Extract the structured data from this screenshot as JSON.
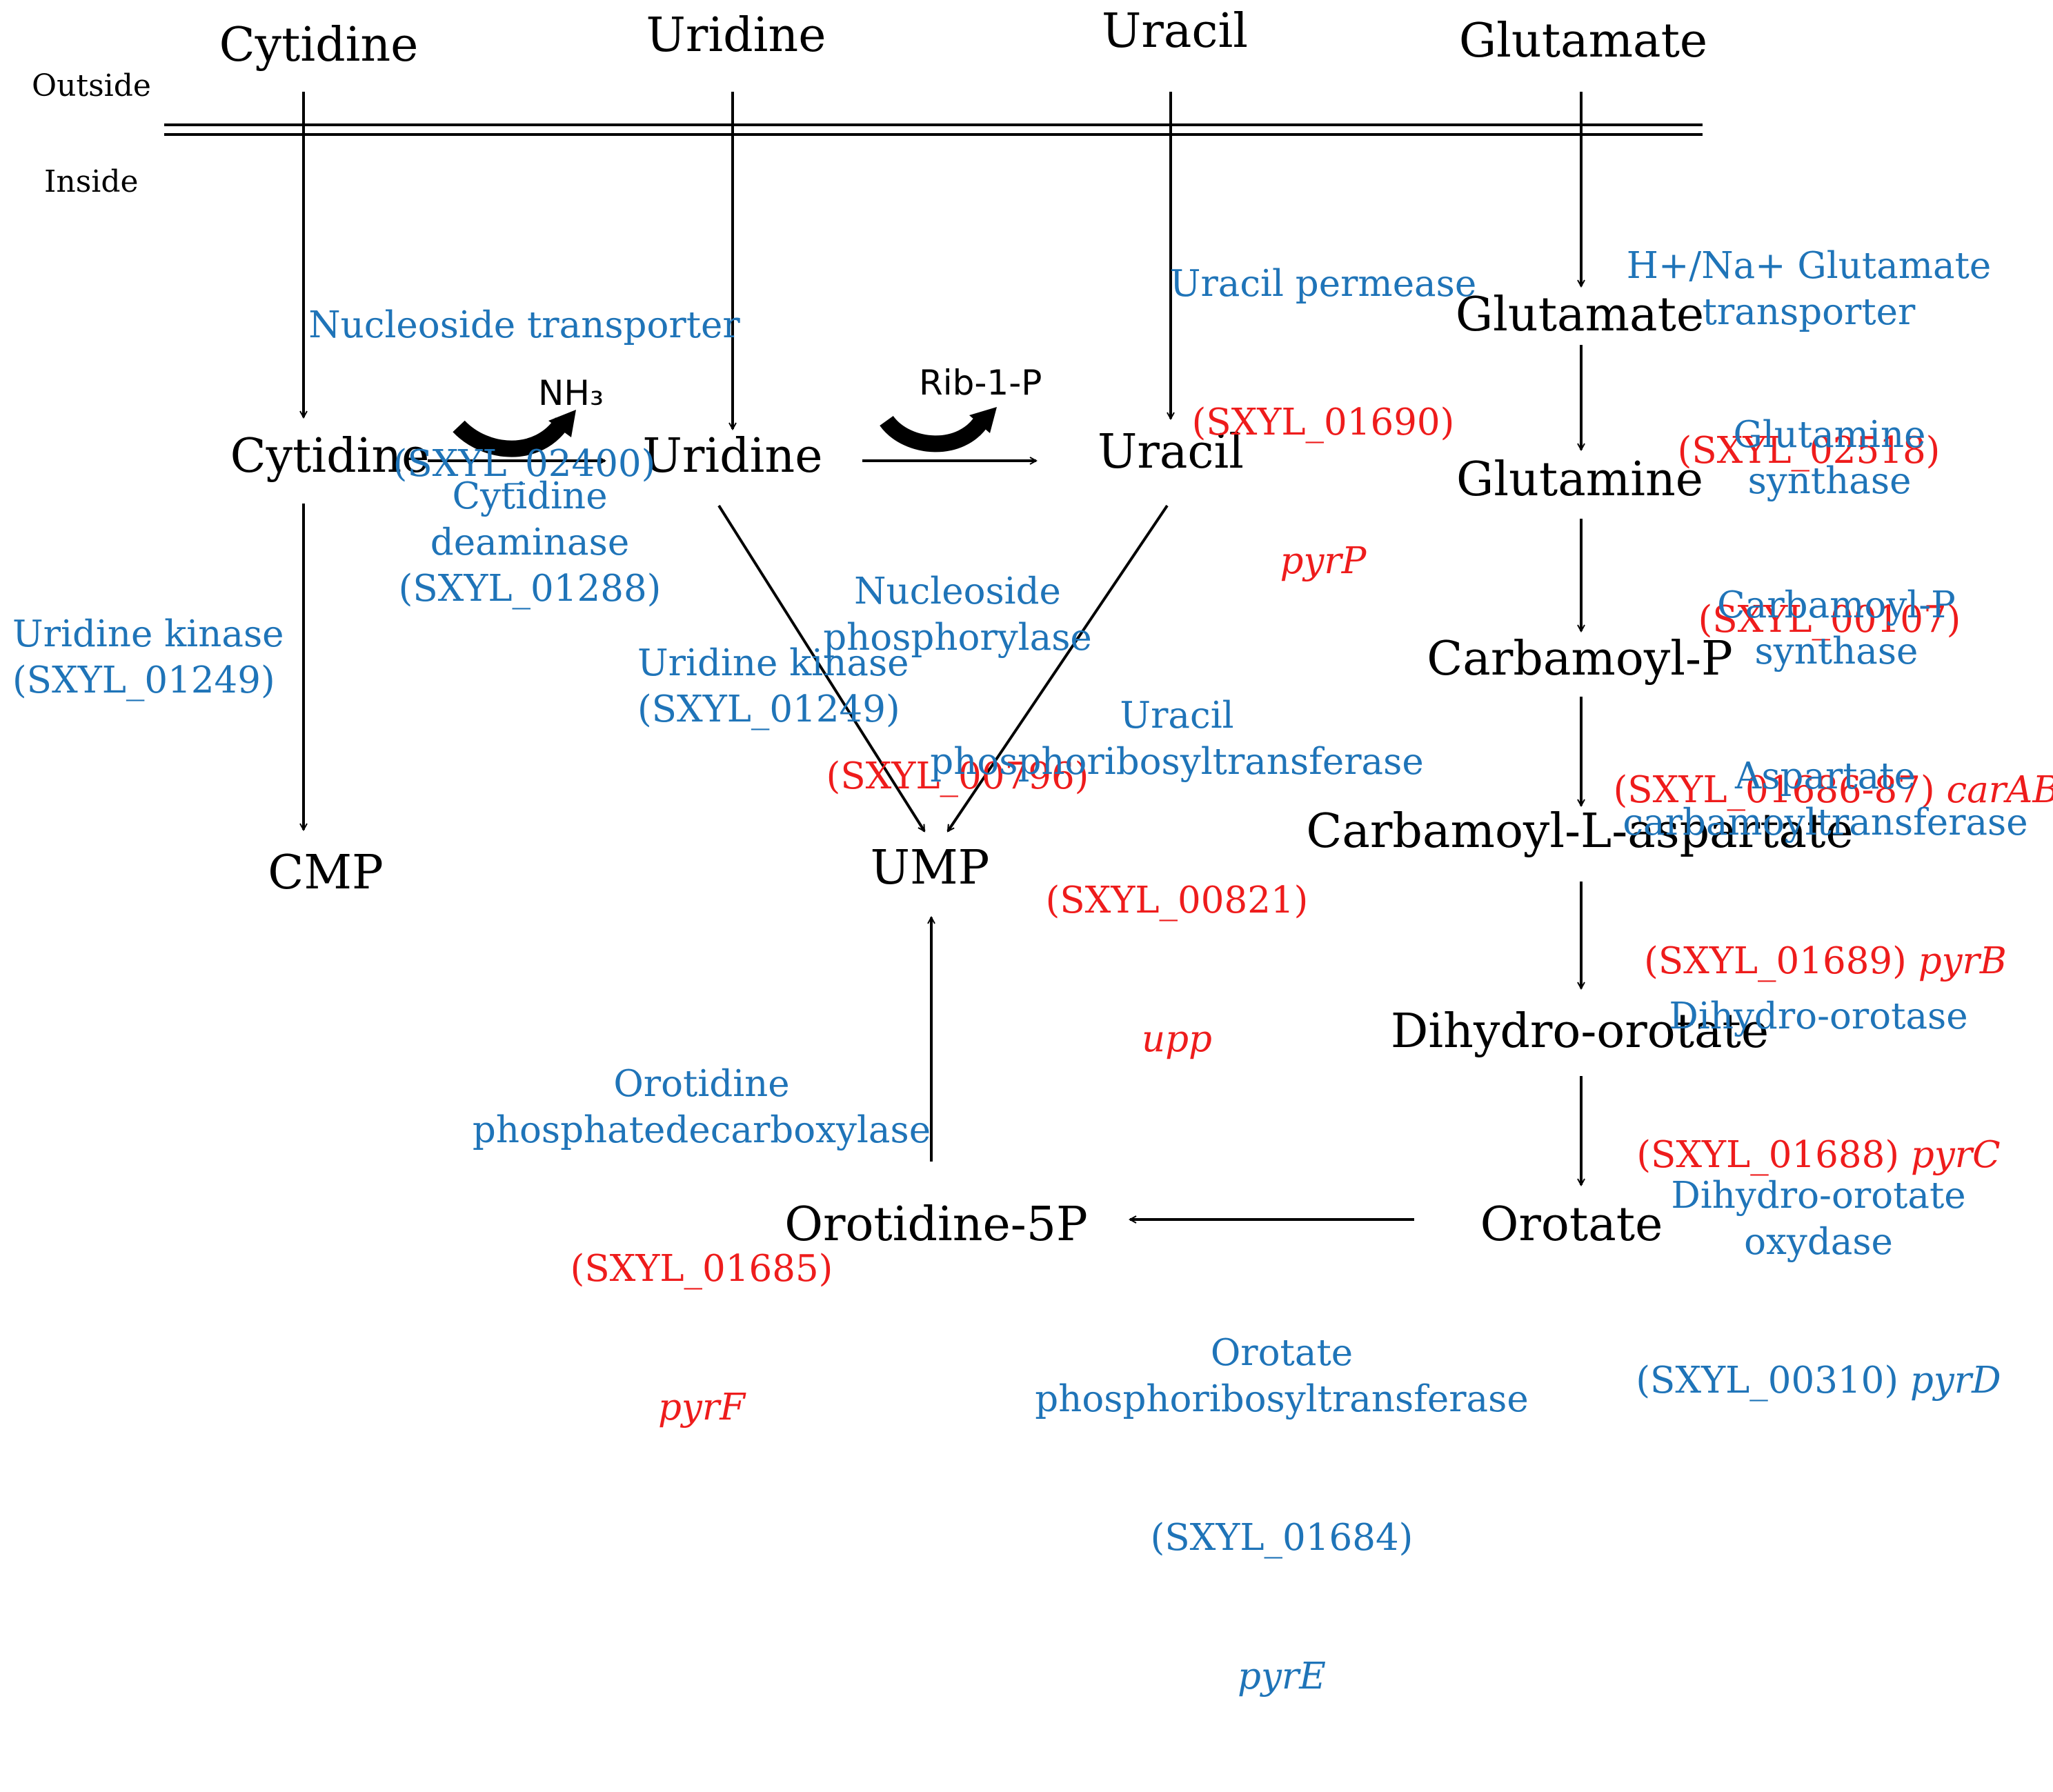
{
  "membrane": {
    "outside_label": "Outside",
    "inside_label": "Inside"
  },
  "compounds": {
    "cytidine_out": "Cytidine",
    "uridine_out": "Uridine",
    "uracil_out": "Uracil",
    "glutamate_out": "Glutamate",
    "cytidine_in": "Cytidine",
    "uridine_in": "Uridine",
    "uracil_in": "Uracil",
    "glutamate_in": "Glutamate",
    "glutamine": "Glutamine",
    "carbamoyl_p": "Carbamoyl-P",
    "carbamoyl_aspartate": "Carbamoyl-L-aspartate",
    "dihydro_orotate": "Dihydro-orotate",
    "orotate": "Orotate",
    "orotidine_5p": "Orotidine-5P",
    "ump": "UMP",
    "cmp": "CMP",
    "nh3": "NH₃",
    "rib1p": "Rib-1-P"
  },
  "enzymes": {
    "nucleoside_transporter": {
      "name": "Nucleoside transporter",
      "id": "(SXYL_02400)"
    },
    "uracil_permease": {
      "name": "Uracil permease",
      "id": "(SXYL_01690)",
      "gene": "pyrP"
    },
    "glutamate_transporter": {
      "name": "H+/Na+ Glutamate\ntransporter",
      "id": "(SXYL_02518)"
    },
    "glutamine_synthase": {
      "name": "Glutamine\nsynthase",
      "id": "(SXYL_00107)"
    },
    "carbamoyl_p_synthase": {
      "name": "Carbamoyl-P\nsynthase",
      "id": "(SXYL_01686-87)",
      "gene": "carAB"
    },
    "aspartate_carbamoyltransferase": {
      "name": "Aspartate\ncarbamoyltransferase",
      "id": "(SXYL_01689)",
      "gene": "pyrB"
    },
    "dihydroorotase": {
      "name": "Dihydro-orotase",
      "id": "(SXYL_01688)",
      "gene": "pyrC"
    },
    "dihydroorotate_oxydase": {
      "name": "Dihydro-orotate\noxydase",
      "id": "(SXYL_00310)",
      "gene": "pyrD"
    },
    "orotate_prt": {
      "name": "Orotate\nphosphoribosyltransferase",
      "id": "(SXYL_01684)",
      "gene": "pyrE"
    },
    "orotidine_decarboxylase": {
      "name": "Orotidine\nphosphatedecarboxylase",
      "id": "(SXYL_01685)",
      "gene": "pyrF"
    },
    "cytidine_deaminase": {
      "name": "Cytidine\ndeaminase\n(SXYL_01288)"
    },
    "nucleoside_phosphorylase": {
      "name": "Nucleoside\nphosphorylase",
      "id": "(SXYL_00796)"
    },
    "uracil_prt": {
      "name": "Uracil\nphosphoribosyltransferase",
      "id": "(SXYL_00821)",
      "gene": "upp"
    },
    "uridine_kinase_left": {
      "name": "Uridine kinase\n(SXYL_01249)"
    },
    "uridine_kinase_mid": {
      "name": "Uridine kinase\n(SXYL_01249)"
    }
  },
  "colors": {
    "enzyme_name": "#1f74b8",
    "gene_locus": "#ee1c1c",
    "compound": "#000000"
  }
}
